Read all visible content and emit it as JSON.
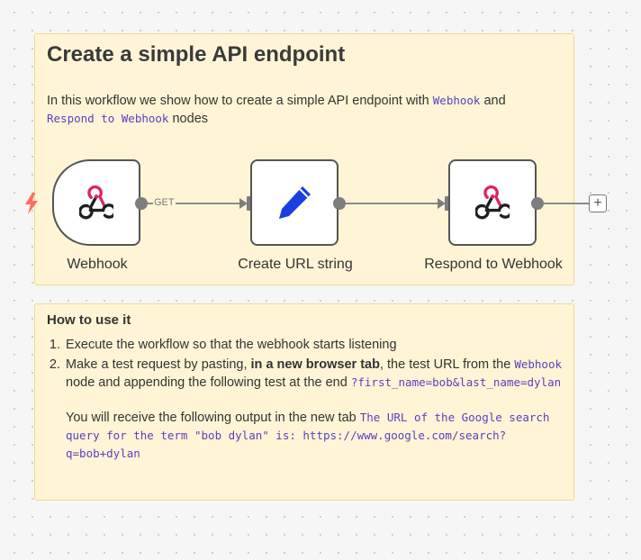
{
  "sticky_main": {
    "title": "Create a simple API endpoint",
    "desc_prefix": "In this workflow we show how to create a simple API endpoint with ",
    "desc_code1": "Webhook",
    "desc_mid": " and ",
    "desc_code2": "Respond to Webhook",
    "desc_suffix": " nodes"
  },
  "nodes": {
    "webhook": {
      "label": "Webhook",
      "icon": "webhook-icon"
    },
    "create_url": {
      "label": "Create URL string",
      "icon": "pencil-icon"
    },
    "respond": {
      "label": "Respond to Webhook",
      "icon": "webhook-icon"
    }
  },
  "connection": {
    "method_label": "GET"
  },
  "colors": {
    "trigger_bolt": "#ff6d5a",
    "pencil": "#1a3fe0",
    "webhook_pink": "#e0245e",
    "sticky_bg": "#fff5d6",
    "code": "#5a3fc0"
  },
  "sticky_howto": {
    "heading": "How to use it",
    "step1": "Execute the workflow so that the webhook starts listening",
    "step2_a": "Make a test request by pasting, ",
    "step2_bold": "in a new browser tab",
    "step2_b": ", the test URL from the ",
    "step2_code1": "Webhook",
    "step2_c": " node and appending the following test at the end ",
    "step2_code2": "?first_name=bob&last_name=dylan",
    "step2_d": "You will receive the following output in the new tab ",
    "step2_code3": "The URL of the Google search query for the term \"bob dylan\" is: https://www.google.com/search?q=bob+dylan"
  },
  "add_button": {
    "label": "+"
  }
}
